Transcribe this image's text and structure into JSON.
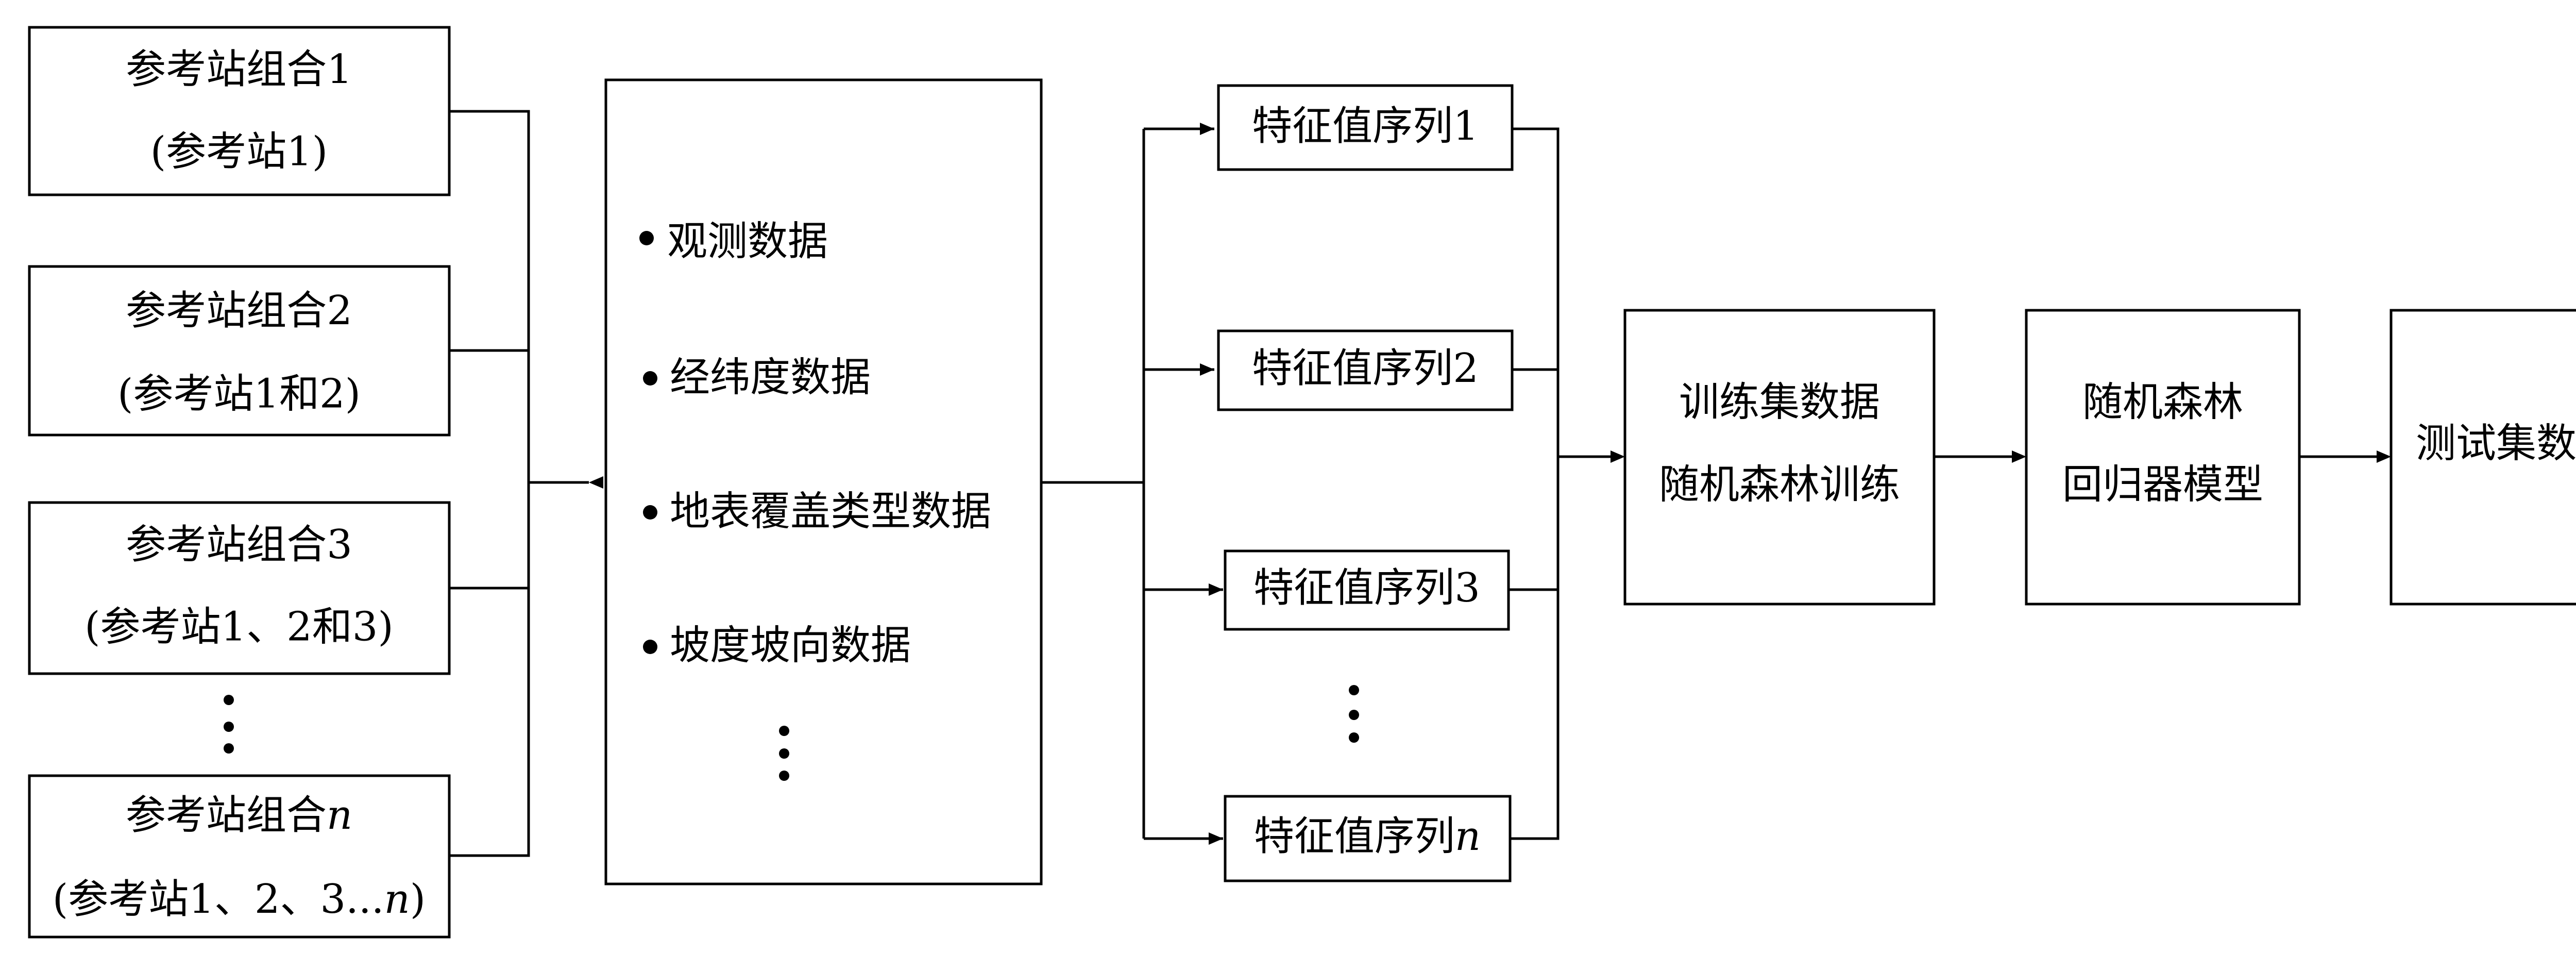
{
  "reference_groups": [
    {
      "title": "参考站组合",
      "title_suffix": "1",
      "detail": "(参考站1)",
      "detail_suffix": ""
    },
    {
      "title": "参考站组合",
      "title_suffix": "2",
      "detail": "(参考站1和2)",
      "detail_suffix": ""
    },
    {
      "title": "参考站组合",
      "title_suffix": "3",
      "detail": "(参考站1、2和3)",
      "detail_suffix": ""
    },
    {
      "title": "参考站组合",
      "title_suffix": "n",
      "detail": "(参考站1、2、3...",
      "detail_suffix": "n",
      "detail_close": ")"
    }
  ],
  "data_sources": {
    "items": [
      "观测数据",
      "经纬度数据",
      "地表覆盖类型数据",
      "坡度坡向数据"
    ]
  },
  "feature_sequences": [
    {
      "label": "特征值序列",
      "suffix": "1"
    },
    {
      "label": "特征值序列",
      "suffix": "2"
    },
    {
      "label": "特征值序列",
      "suffix": "3"
    },
    {
      "label": "特征值序列",
      "suffix": "n"
    }
  ],
  "training": {
    "line1": "训练集数据",
    "line2": "随机森林训练"
  },
  "model": {
    "line1": "随机森林",
    "line2": "回归器模型"
  },
  "test": {
    "label": "测试集数据"
  }
}
